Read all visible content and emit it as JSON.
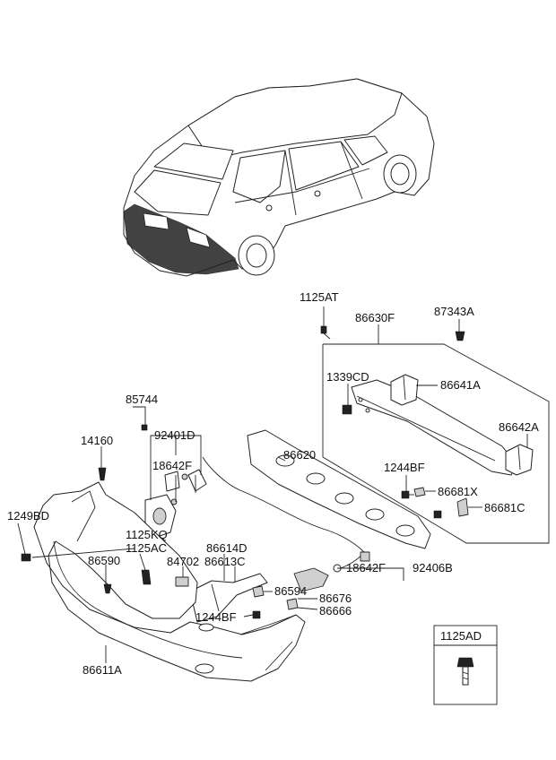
{
  "labels": {
    "l1125AT": "1125AT",
    "l86630F": "86630F",
    "l87343A": "87343A",
    "l1339CD": "1339CD",
    "l86641A": "86641A",
    "l86642A": "86642A",
    "l85744": "85744",
    "l92401D": "92401D",
    "l14160": "14160",
    "l18642F_top": "18642F",
    "l86620": "86620",
    "l1244BF_right": "1244BF",
    "l86681X": "86681X",
    "l86681C": "86681C",
    "l1249BD": "1249BD",
    "l1125KQ": "1125KQ",
    "l1125AC": "1125AC",
    "l86614D": "86614D",
    "l86590": "86590",
    "l84702": "84702",
    "l86613C": "86613C",
    "l18642F_bottom": "18642F",
    "l92406B": "92406B",
    "l86594": "86594",
    "l86676": "86676",
    "l1244BF_bottom": "1244BF",
    "l86666": "86666",
    "l86611A": "86611A",
    "l1125AD": "1125AD"
  }
}
